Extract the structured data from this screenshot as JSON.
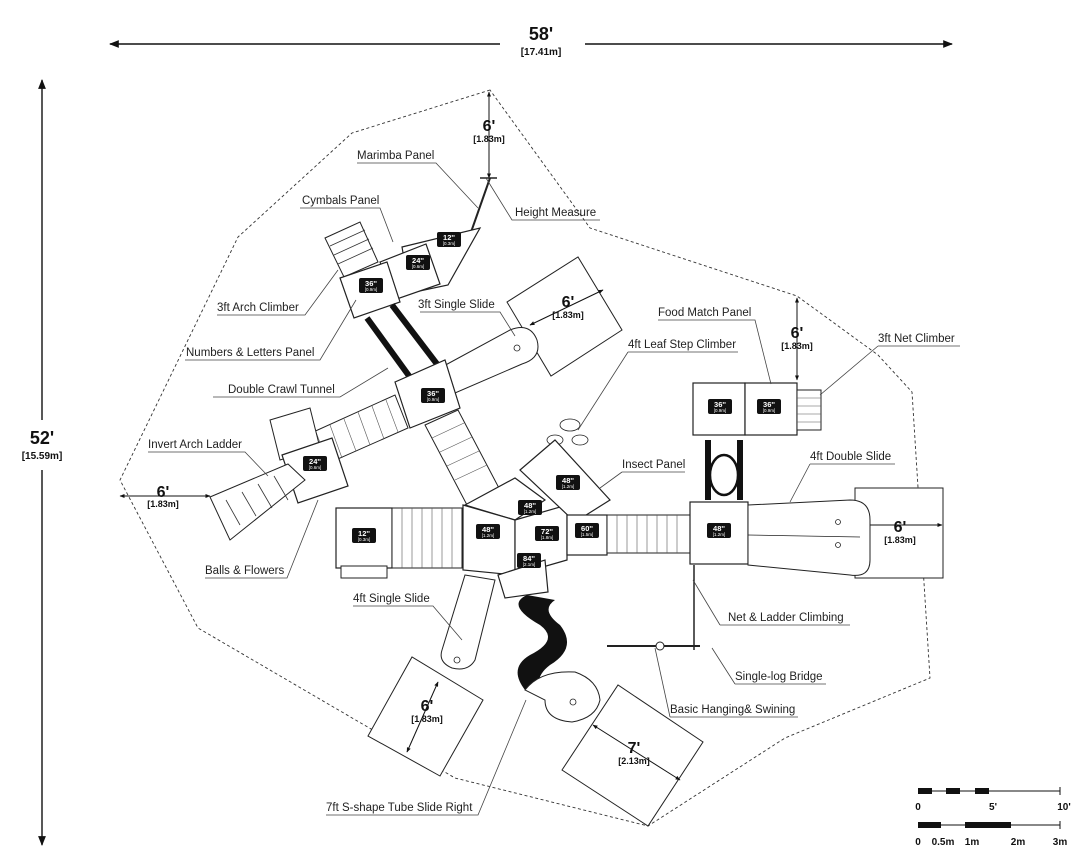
{
  "overall": {
    "width_ft": "58'",
    "width_m": "[17.41m]",
    "depth_ft": "52'",
    "depth_m": "[15.59m]"
  },
  "clearances": [
    {
      "ft": "6'",
      "m": "[1.83m]"
    },
    {
      "ft": "6'",
      "m": "[1.83m]"
    },
    {
      "ft": "6'",
      "m": "[1.83m]"
    },
    {
      "ft": "6'",
      "m": "[1.83m]"
    },
    {
      "ft": "6'",
      "m": "[1.83m]"
    },
    {
      "ft": "6'",
      "m": "[1.83m]"
    },
    {
      "ft": "7'",
      "m": "[2.13m]"
    }
  ],
  "labels": [
    "Marimba Panel",
    "Height Measure",
    "Cymbals Panel",
    "3ft Arch Climber",
    "3ft Single Slide",
    "Numbers & Letters Panel",
    "Food Match Panel",
    "3ft Net Climber",
    "4ft Leaf Step Climber",
    "Double Crawl Tunnel",
    "Invert Arch Ladder",
    "Insect Panel",
    "4ft Double Slide",
    "Balls & Flowers",
    "4ft Single Slide",
    "Net & Ladder Climbing",
    "Single-log Bridge",
    "Basic Hanging& Swining",
    "7ft S-shape Tube Slide Right"
  ],
  "decks": [
    {
      "h": "12''",
      "m": "[0.3m]"
    },
    {
      "h": "24''",
      "m": "[0.6m]"
    },
    {
      "h": "36''",
      "m": "[0.9m]"
    },
    {
      "h": "36''",
      "m": "[0.9m]"
    },
    {
      "h": "24''",
      "m": "[0.6m]"
    },
    {
      "h": "12''",
      "m": "[0.3m]"
    },
    {
      "h": "48''",
      "m": "[1.2m]"
    },
    {
      "h": "48''",
      "m": "[1.2m]"
    },
    {
      "h": "72''",
      "m": "[1.8m]"
    },
    {
      "h": "84''",
      "m": "[2.1m]"
    },
    {
      "h": "60''",
      "m": "[1.5m]"
    },
    {
      "h": "48''",
      "m": "[1.2m]"
    },
    {
      "h": "48''",
      "m": "[1.2m]"
    },
    {
      "h": "36''",
      "m": "[0.9m]"
    },
    {
      "h": "36''",
      "m": "[0.9m]"
    }
  ],
  "scale": {
    "ft_ticks": [
      "0",
      "5'",
      "10'"
    ],
    "m_ticks": [
      "0",
      "0.5m",
      "1m",
      "2m",
      "3m"
    ]
  }
}
